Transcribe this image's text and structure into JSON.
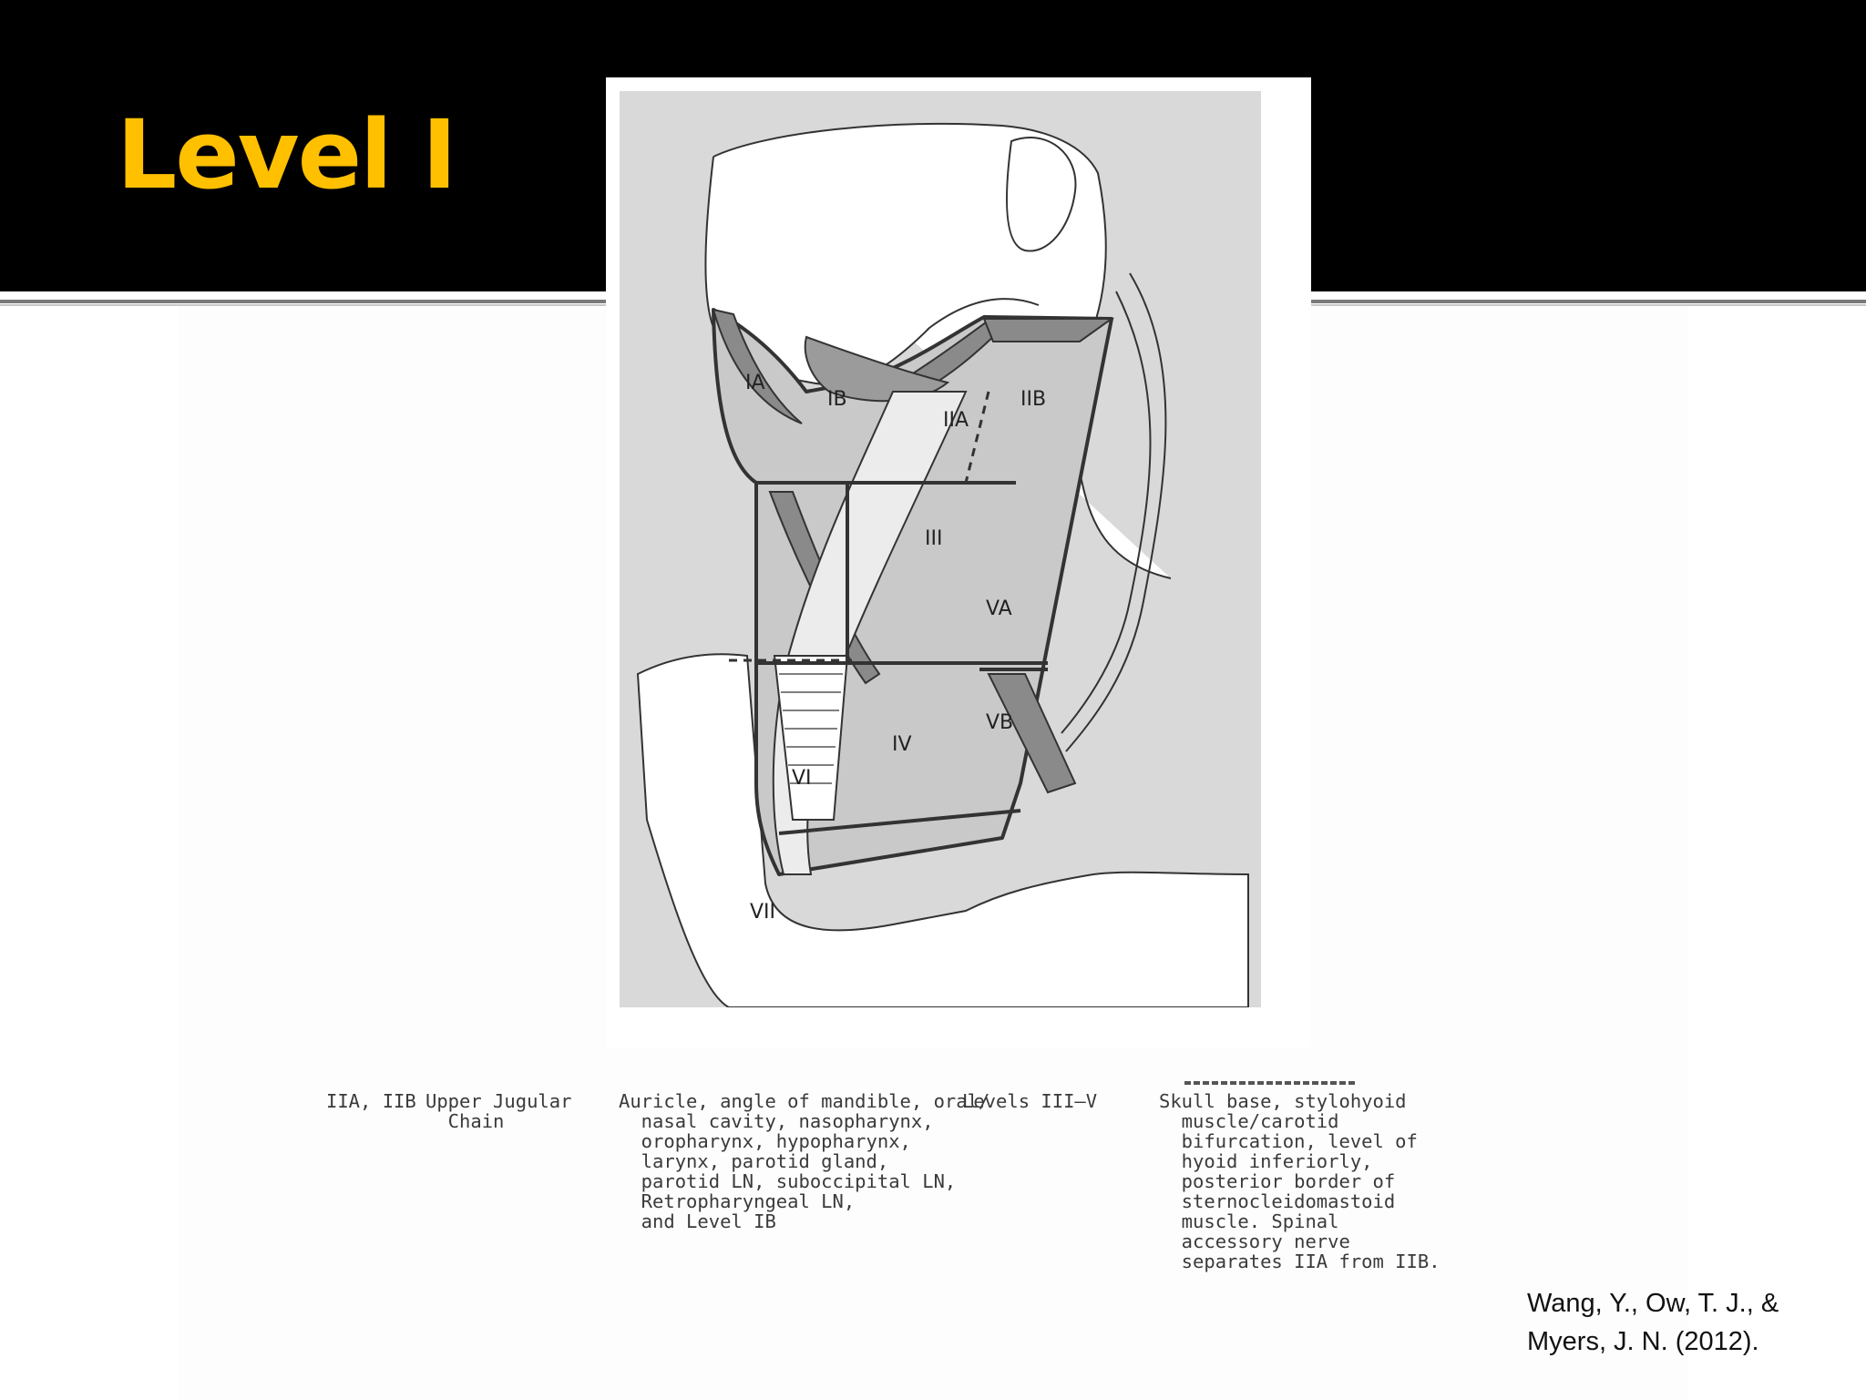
{
  "slide": {
    "title": "Level I"
  },
  "figure": {
    "region_labels": [
      "IA",
      "IB",
      "IIA",
      "IIB",
      "III",
      "VA",
      "VB",
      "IV",
      "VI",
      "VII"
    ]
  },
  "table_row": {
    "level": "IIA, IIB",
    "name": [
      "Upper Jugular",
      "  Chain"
    ],
    "drainage": [
      "Auricle, angle of mandible, oral/",
      "  nasal cavity, nasopharynx,",
      "  oropharynx, hypopharynx,",
      "  larynx, parotid gland,",
      "  parotid LN, suboccipital LN,",
      "  Retropharyngeal LN,",
      "  and Level IB"
    ],
    "drains_to": "Levels III–V",
    "boundaries": [
      "Skull base, stylohyoid",
      "  muscle/carotid",
      "  bifurcation, level of",
      "  hyoid inferiorly,",
      "  posterior border of",
      "  sternocleidomastoid",
      "  muscle. Spinal",
      "  accessory nerve",
      "  separates IIA from IIB."
    ]
  },
  "citation": [
    "Wang, Y., Ow, T. J., &",
    "Myers, J. N. (2012)."
  ]
}
